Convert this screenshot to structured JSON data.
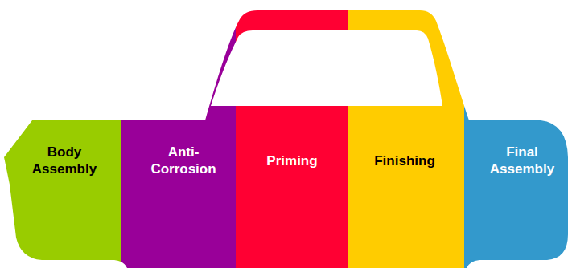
{
  "diagram": {
    "nodes": [
      {
        "text": [
          "Body Assembly"
        ]
      },
      {
        "text": [
          "Anti- Corrosion"
        ]
      },
      {
        "text": [
          "Priming"
        ]
      },
      {
        "text": [
          "Finishing"
        ]
      },
      {
        "text": [
          "Final Assembly"
        ]
      }
    ]
  }
}
